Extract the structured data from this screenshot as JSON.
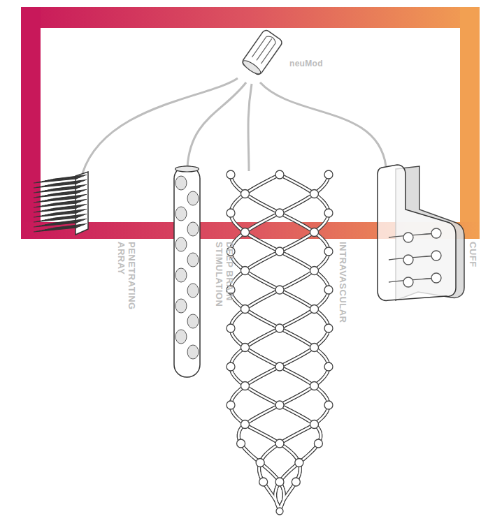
{
  "diagram": {
    "labels": [
      "neuMod",
      "PENETRATING ARRAY",
      "DEEP BRAIN STIMULATION",
      "INTRAVASCULAR",
      "CUFF"
    ]
  }
}
